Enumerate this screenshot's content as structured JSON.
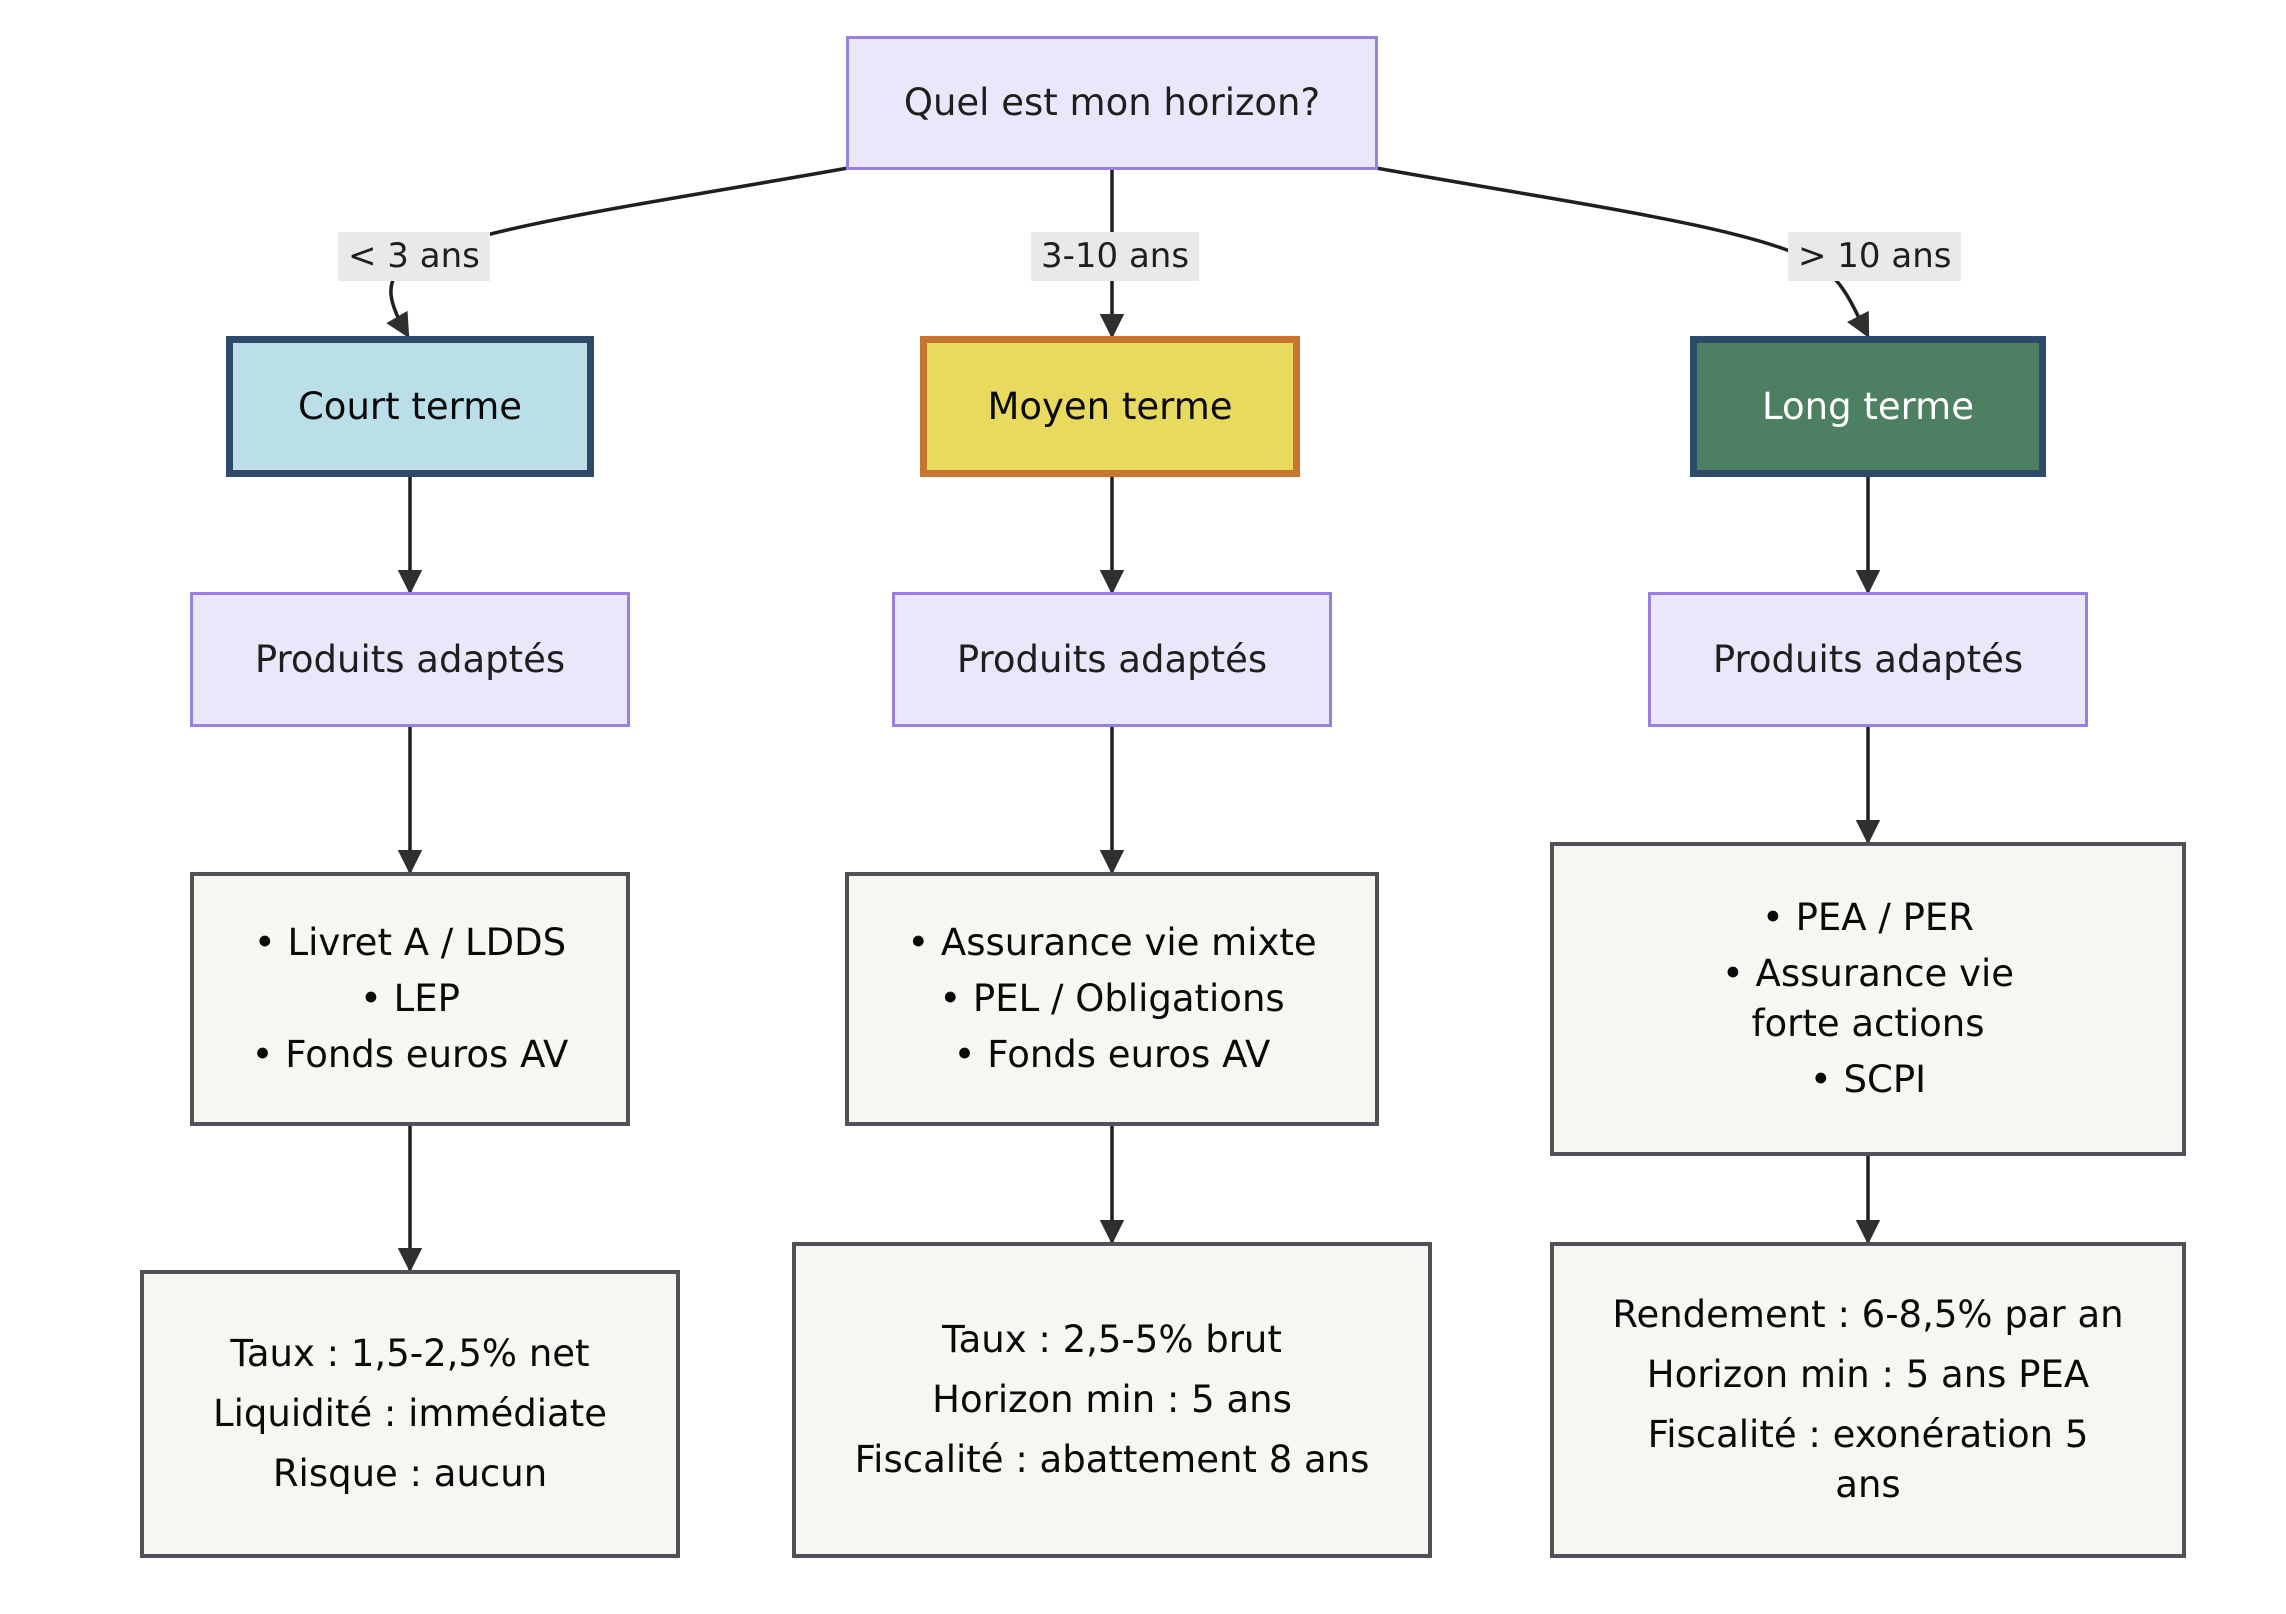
{
  "diagram": {
    "title_node": {
      "label": "Quel est mon horizon?"
    },
    "edge_labels": [
      {
        "id": "edge-label-short",
        "text": "< 3 ans"
      },
      {
        "id": "edge-label-medium",
        "text": "3-10 ans"
      },
      {
        "id": "edge-label-long",
        "text": "> 10 ans"
      }
    ],
    "branches": [
      {
        "key": "court",
        "term_label": "Court terme",
        "products_label": "Produits adaptés",
        "products": [
          "• Livret A / LDDS",
          "• LEP",
          "• Fonds euros AV"
        ],
        "details": [
          "Taux : 1,5-2,5% net",
          "Liquidité : immédiate",
          "Risque : aucun"
        ]
      },
      {
        "key": "moyen",
        "term_label": "Moyen terme",
        "products_label": "Produits adaptés",
        "products": [
          "• Assurance vie mixte",
          "• PEL / Obligations",
          "• Fonds euros AV"
        ],
        "details": [
          "Taux : 2,5-5% brut",
          "Horizon min : 5 ans",
          "Fiscalité : abattement 8 ans"
        ]
      },
      {
        "key": "long",
        "term_label": "Long terme",
        "products_label": "Produits adaptés",
        "products": [
          "• PEA / PER",
          "• Assurance vie forte actions",
          "• SCPI"
        ],
        "details": [
          "Rendement : 6-8,5% par an",
          "Horizon min : 5 ans PEA",
          "Fiscalité : exonération 5 ans"
        ]
      }
    ],
    "colors": {
      "root_fill": "#ebe7fb",
      "root_stroke": "#9a7ee0",
      "court_fill": "#badfe8",
      "court_stroke": "#2d4a6b",
      "moyen_fill": "#e8d95f",
      "moyen_stroke": "#c8762f",
      "long_fill": "#4d8062",
      "long_stroke": "#2d4a6b",
      "box_fill": "#f7f6f1",
      "box_stroke": "#4f5359",
      "edge_line": "#1f1f1f",
      "edge_label_bg": "#e9e9e9",
      "background": "#ffffff"
    }
  }
}
